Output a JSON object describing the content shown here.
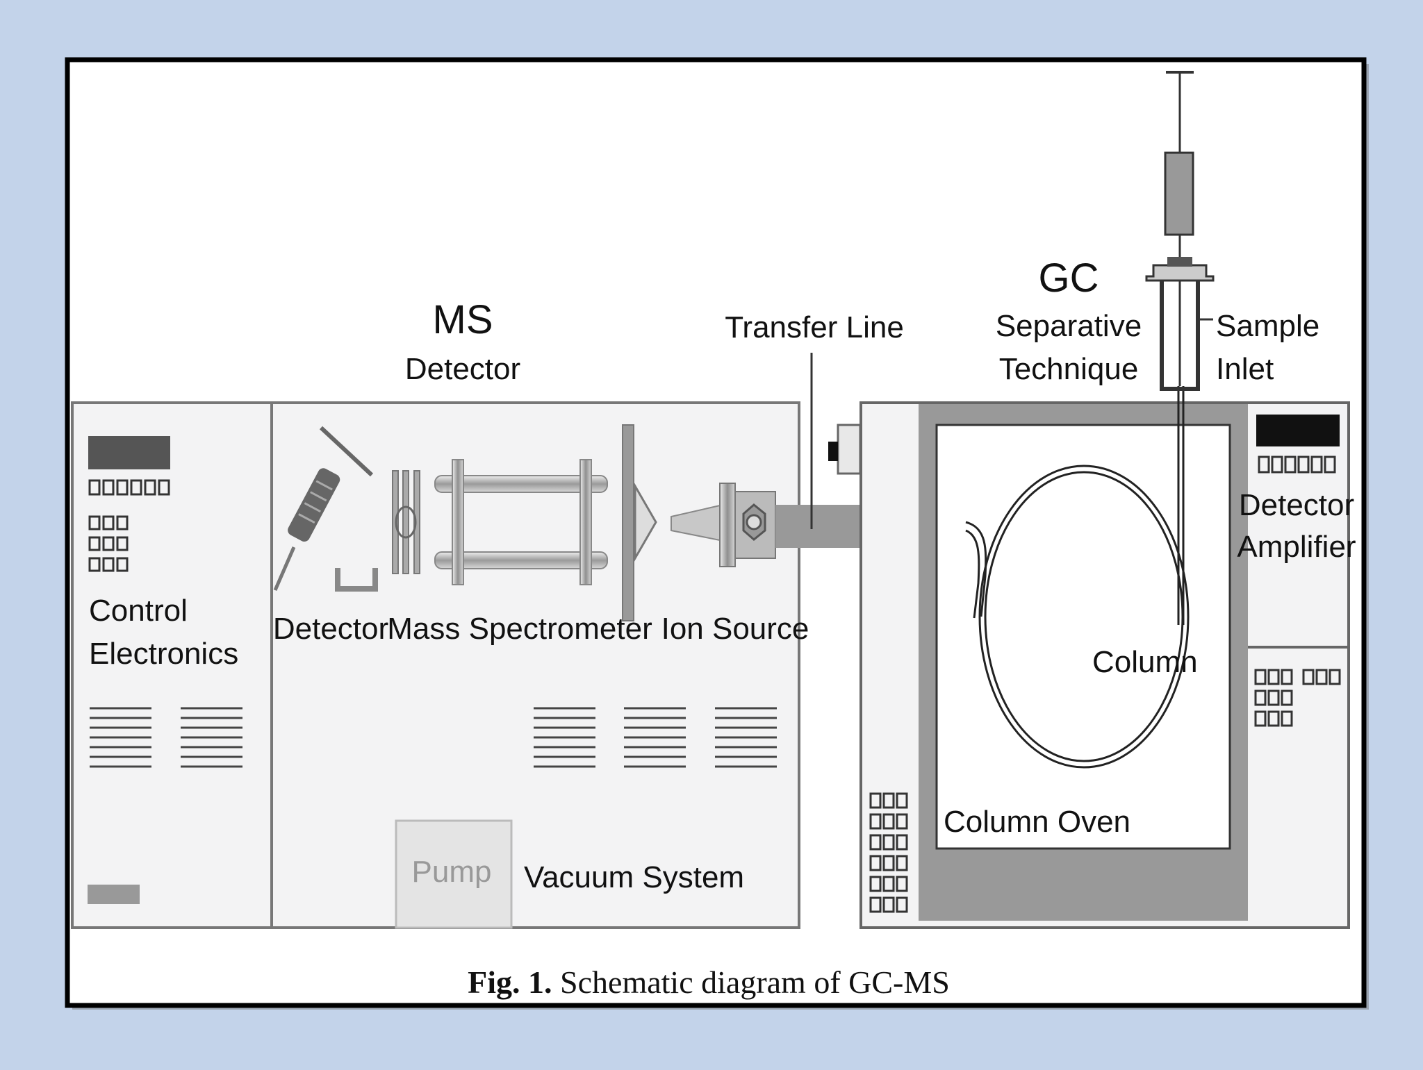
{
  "diagram": {
    "ms_section": {
      "title": "MS",
      "subtitle": "Detector"
    },
    "gc_section": {
      "title": "GC",
      "subtitle_line1": "Separative",
      "subtitle_line2": "Technique"
    },
    "labels": {
      "transfer_line": "Transfer Line",
      "sample_inlet_line1": "Sample",
      "sample_inlet_line2": "Inlet",
      "control_electronics_line1": "Control",
      "control_electronics_line2": "Electronics",
      "detector": "Detector",
      "mass_spectrometer": "Mass Spectrometer",
      "ion_source": "Ion Source",
      "pump": "Pump",
      "vacuum_system": "Vacuum System",
      "column": "Column",
      "column_oven": "Column Oven",
      "detector_amplifier_line1": "Detector",
      "detector_amplifier_line2": "Amplifier"
    },
    "caption": {
      "prefix": "Fig. 1.",
      "text": "Schematic diagram of GC-MS"
    }
  }
}
